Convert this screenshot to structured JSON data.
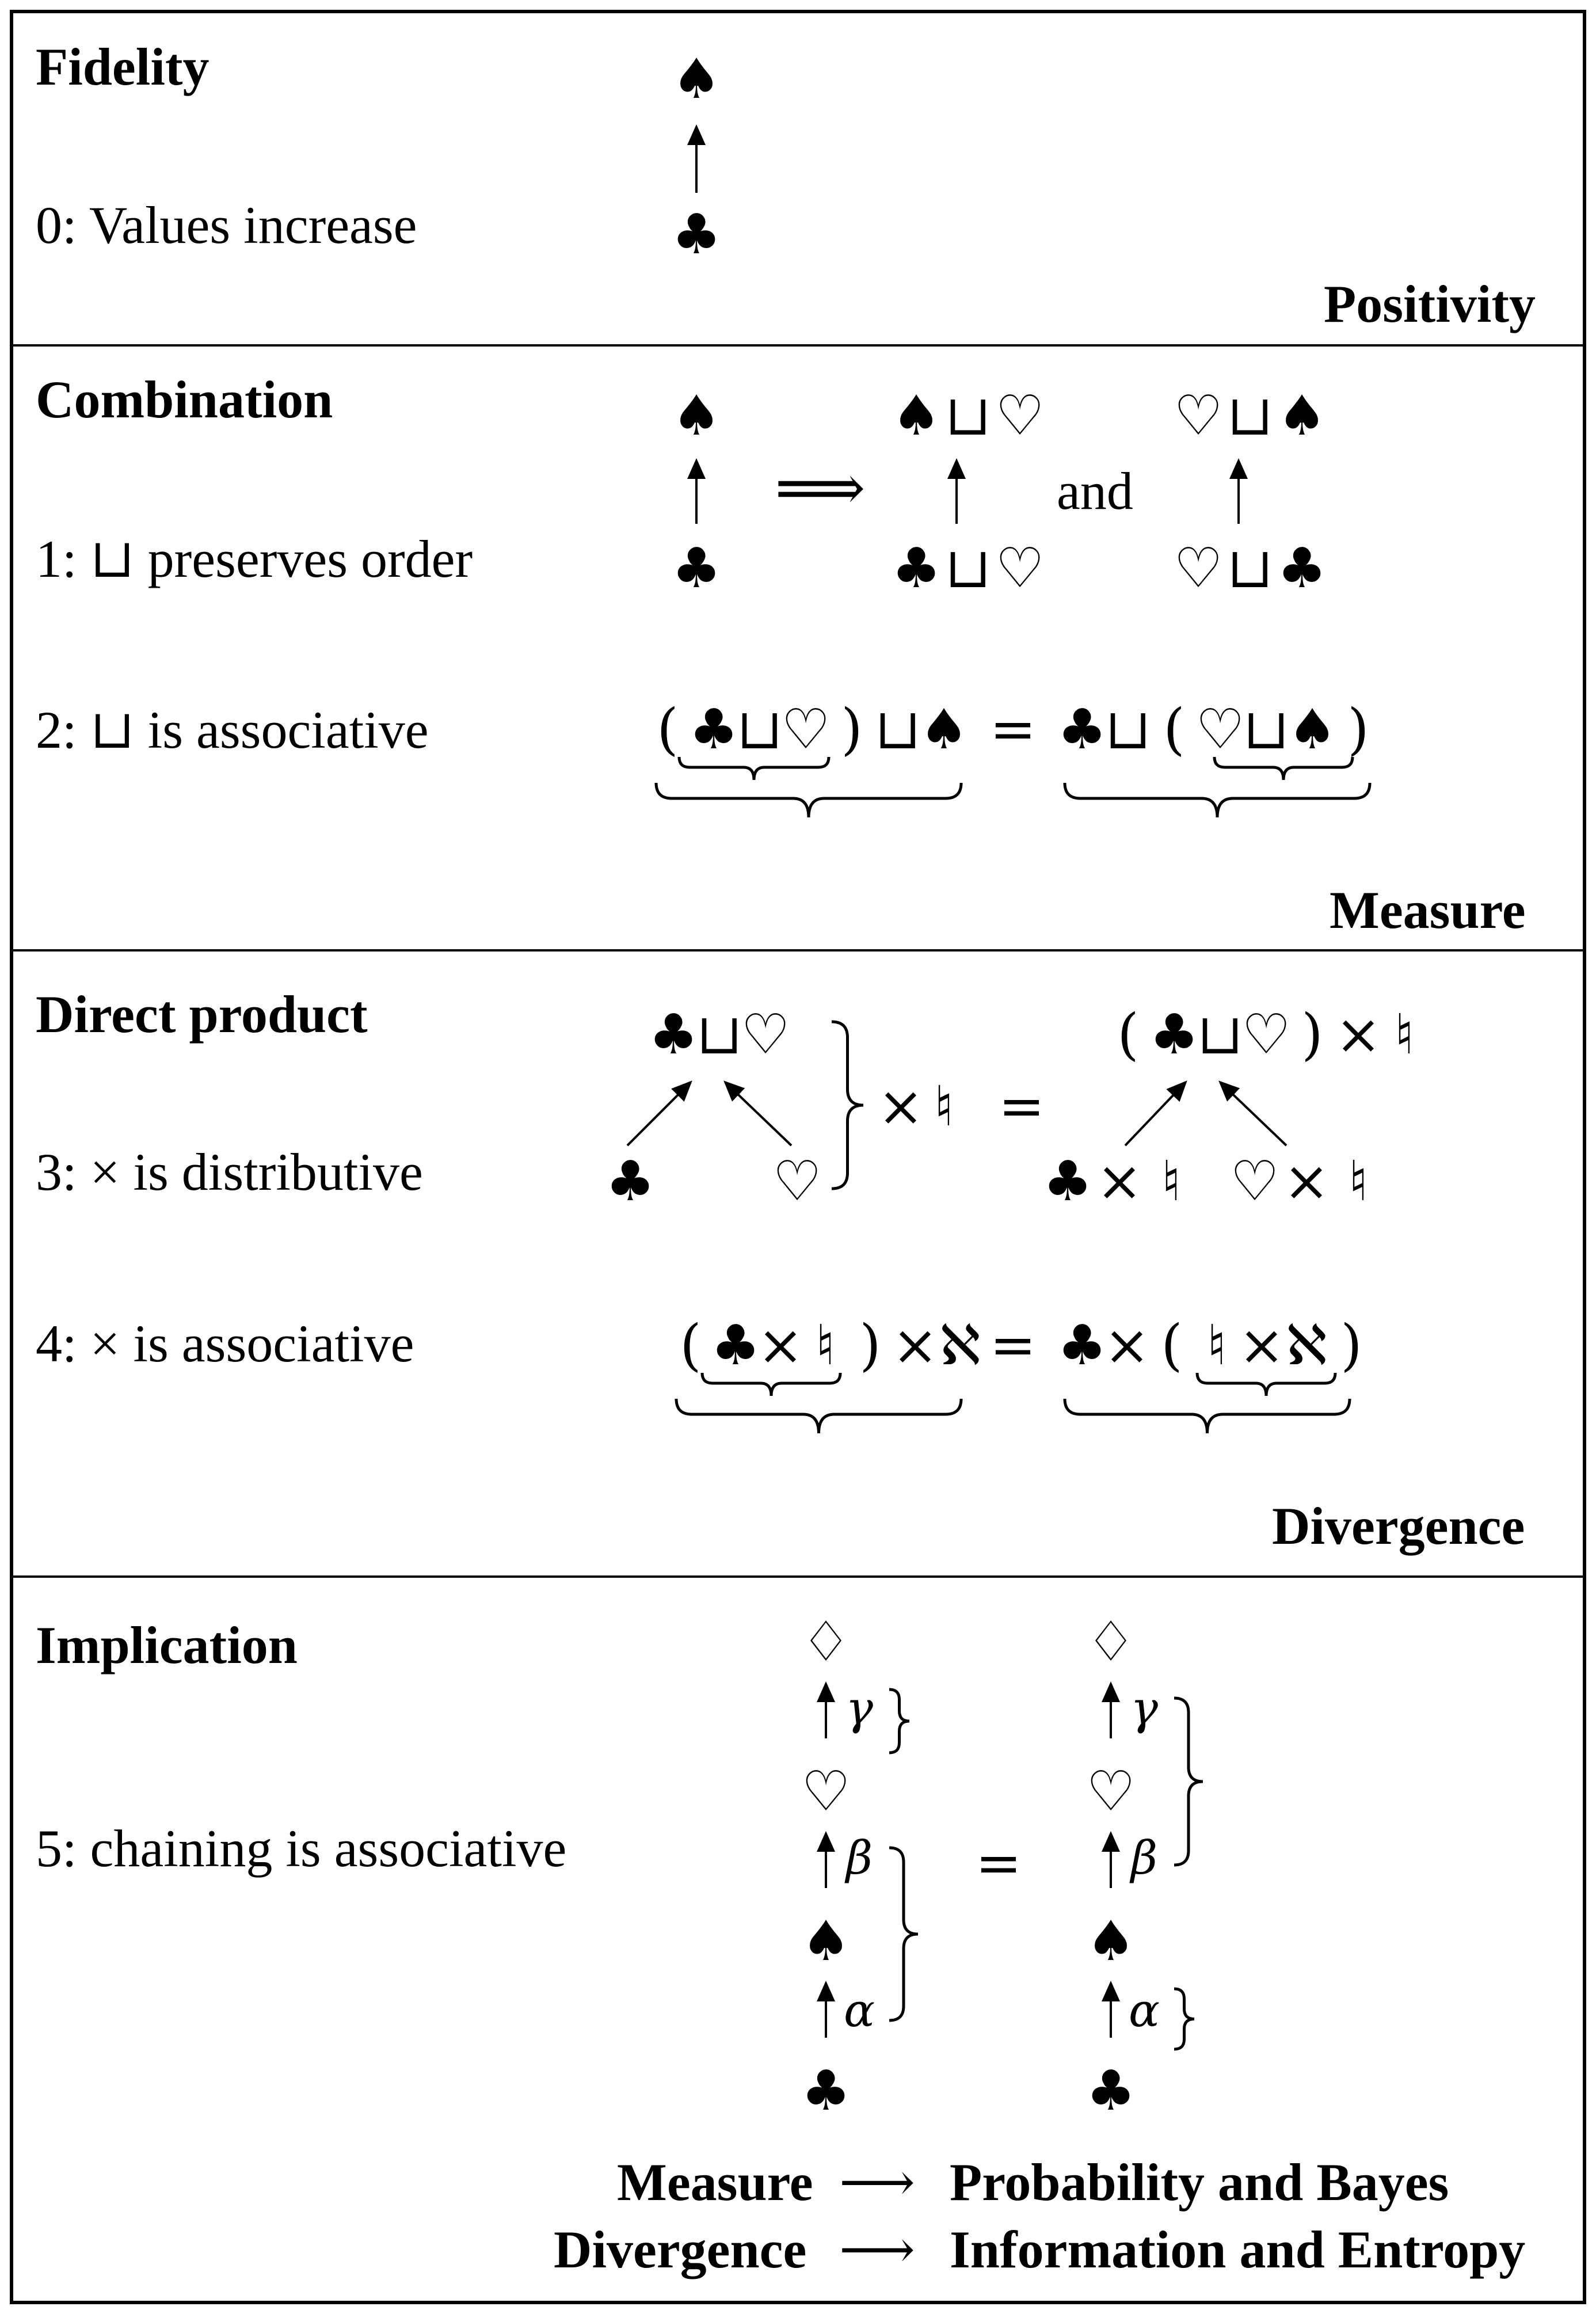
{
  "sections": {
    "fidelity": {
      "title": "Fidelity",
      "axiom": "0: Values increase",
      "result": "Positivity"
    },
    "combination": {
      "title": "Combination",
      "axiom1": "1: ⊔ preserves order",
      "axiom2": "2: ⊔ is associative",
      "connector": "and",
      "result": "Measure"
    },
    "direct_product": {
      "title": "Direct product",
      "axiom3": "3: × is distributive",
      "axiom4": "4: × is associative",
      "result": "Divergence"
    },
    "implication": {
      "title": "Implication",
      "axiom5": "5: chaining is associative"
    }
  },
  "footer": {
    "line1": {
      "from": "Measure",
      "arrow": "⟶",
      "to": "Probability and Bayes"
    },
    "line2": {
      "from": "Divergence",
      "arrow": "⟶",
      "to": "Information and Entropy"
    }
  },
  "symbols": {
    "spade": "♠",
    "club": "♣",
    "heart": "♡",
    "diamond": "♢",
    "natural": "♮",
    "aleph": "ℵ",
    "join": "⊔",
    "times": "×",
    "equals": "=",
    "implies": "⟹",
    "lparen": "(",
    "rparen": ")",
    "alpha": "α",
    "beta": "β",
    "gamma": "γ"
  }
}
